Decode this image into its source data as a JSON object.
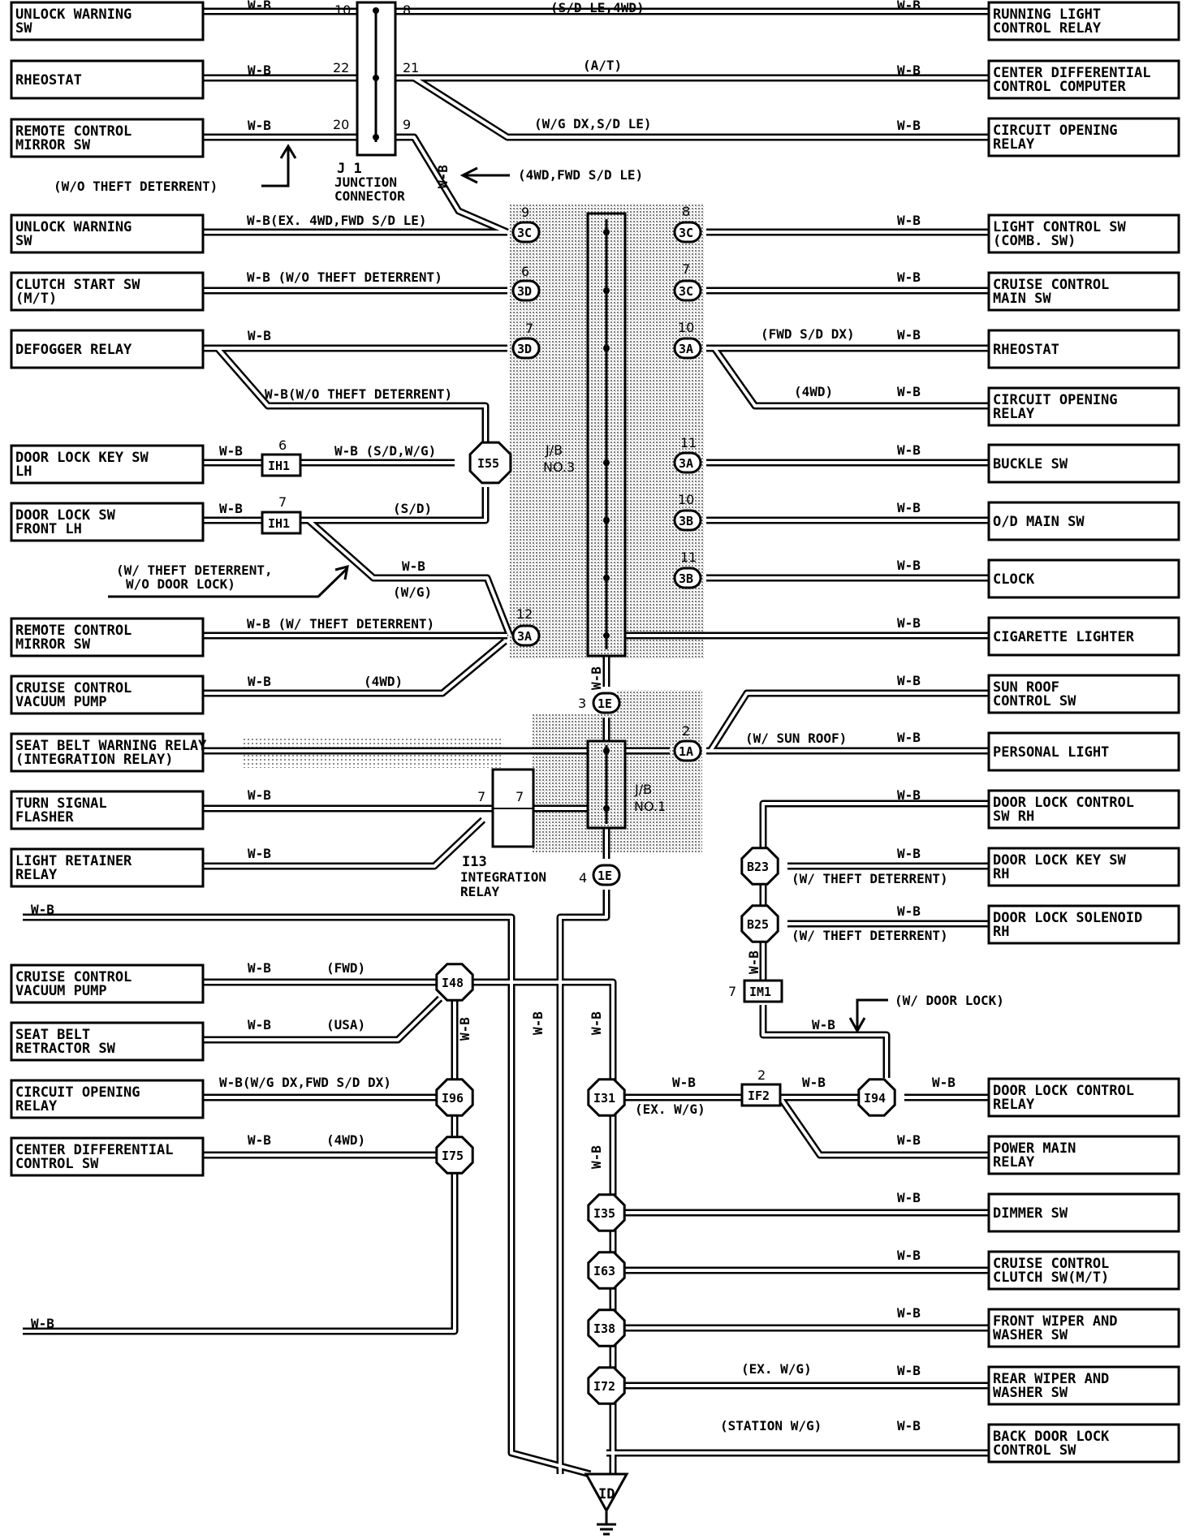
{
  "wire_color": "W-B",
  "components_left": {
    "unlock_warning_sw_1": [
      "UNLOCK WARNING",
      "SW"
    ],
    "rheostat_1": [
      "RHEOSTAT"
    ],
    "remote_control_mirror_sw_1": [
      "REMOTE CONTROL",
      "MIRROR SW"
    ],
    "unlock_warning_sw_2": [
      "UNLOCK WARNING",
      "SW"
    ],
    "clutch_start_sw": [
      "CLUTCH START SW",
      "(M/T)"
    ],
    "defogger_relay": [
      "DEFOGGER RELAY"
    ],
    "door_lock_key_sw_lh": [
      "DOOR LOCK KEY SW",
      "LH"
    ],
    "door_lock_sw_front_lh": [
      "DOOR LOCK SW",
      "FRONT LH"
    ],
    "remote_control_mirror_sw_2": [
      "REMOTE CONTROL",
      "MIRROR SW"
    ],
    "cruise_control_vacuum_pump_1": [
      "CRUISE CONTROL",
      "VACUUM PUMP"
    ],
    "seat_belt_warning_relay": [
      "SEAT BELT WARNING RELAY",
      "(INTEGRATION RELAY)"
    ],
    "turn_signal_flasher": [
      "TURN SIGNAL",
      "FLASHER"
    ],
    "light_retainer_relay": [
      "LIGHT RETAINER",
      "RELAY"
    ],
    "cruise_control_vacuum_pump_2": [
      "CRUISE CONTROL",
      "VACUUM PUMP"
    ],
    "seat_belt_retractor_sw": [
      "SEAT BELT",
      "RETRACTOR SW"
    ],
    "circuit_opening_relay_l": [
      "CIRCUIT OPENING",
      "RELAY"
    ],
    "center_differential_control_sw": [
      "CENTER DIFFERENTIAL",
      "CONTROL SW"
    ]
  },
  "components_right": {
    "running_light_control_relay": [
      "RUNNING LIGHT",
      "CONTROL RELAY"
    ],
    "center_differential_control_computer": [
      "CENTER DIFFERENTIAL",
      "CONTROL COMPUTER"
    ],
    "circuit_opening_relay_1": [
      "CIRCUIT OPENING",
      "RELAY"
    ],
    "light_control_sw": [
      "LIGHT CONTROL SW",
      "(COMB. SW)"
    ],
    "cruise_control_main_sw": [
      "CRUISE CONTROL",
      "MAIN SW"
    ],
    "rheostat_2": [
      "RHEOSTAT"
    ],
    "circuit_opening_relay_2": [
      "CIRCUIT OPENING",
      "RELAY"
    ],
    "buckle_sw": [
      "BUCKLE SW"
    ],
    "od_main_sw": [
      "O/D MAIN SW"
    ],
    "clock": [
      "CLOCK"
    ],
    "cigarette_lighter": [
      "CIGARETTE LIGHTER"
    ],
    "sun_roof_control_sw": [
      "SUN ROOF",
      "CONTROL SW"
    ],
    "personal_light": [
      "PERSONAL LIGHT"
    ],
    "door_lock_control_sw_rh": [
      "DOOR LOCK CONTROL",
      "SW RH"
    ],
    "door_lock_key_sw_rh": [
      "DOOR LOCK KEY SW",
      "RH"
    ],
    "door_lock_solenoid_rh": [
      "DOOR LOCK SOLENOID",
      "RH"
    ],
    "door_lock_control_relay": [
      "DOOR LOCK CONTROL",
      "RELAY"
    ],
    "power_main_relay": [
      "POWER MAIN",
      "RELAY"
    ],
    "dimmer_sw": [
      "DIMMER SW"
    ],
    "cruise_control_clutch_sw": [
      "CRUISE CONTROL",
      "CLUTCH SW(M/T)"
    ],
    "front_wiper_washer_sw": [
      "FRONT WIPER AND",
      "WASHER SW"
    ],
    "rear_wiper_washer_sw": [
      "REAR WIPER AND",
      "WASHER SW"
    ],
    "back_door_lock_control_sw": [
      "BACK DOOR LOCK",
      "CONTROL SW"
    ]
  },
  "conditions": {
    "sd_le_4wd": "(S/D LE,4WD)",
    "at": "(A/T)",
    "wg_dx_sd_le": "(W/G DX,S/D LE)",
    "wo_theft_1": "(W/O THEFT DETERRENT)",
    "four_wd_fwd_sd_le": "(4WD,FWD S/D LE)",
    "wb_ex_4wd": "W-B(EX. 4WD,FWD S/D LE)",
    "wb_wo_theft_clutch": "W-B (W/O THEFT DETERRENT)",
    "wb_wo_theft_defog": "W-B(W/O THEFT DETERRENT)",
    "fwd_sd_dx": "(FWD S/D DX)",
    "four_wd_1": "(4WD)",
    "wb_sd_wg": "W-B (S/D,W/G)",
    "sd": "(S/D)",
    "w_theft_wo_door_lock": [
      "(W/ THEFT DETERRENT,",
      "W/O DOOR LOCK)"
    ],
    "wg": "(W/G)",
    "wb_w_theft": "W-B (W/ THEFT DETERRENT)",
    "four_wd_2": "(4WD)",
    "w_sun_roof": "(W/ SUN ROOF)",
    "w_theft_1": "(W/ THEFT DETERRENT)",
    "w_theft_2": "(W/ THEFT DETERRENT)",
    "w_door_lock": "(W/ DOOR LOCK)",
    "fwd": "(FWD)",
    "usa": "(USA)",
    "wb_wg_dx": "W-B(W/G DX,FWD S/D DX)",
    "four_wd_3": "(4WD)",
    "ex_wg_1": "(EX. W/G)",
    "ex_wg_2": "(EX. W/G)",
    "station_wg": "(STATION W/G)"
  },
  "junction_connector": {
    "name": "J 1",
    "label": [
      "JUNCTION",
      "CONNECTOR"
    ],
    "pins": [
      "10",
      "22",
      "20",
      "8",
      "21",
      "9"
    ]
  },
  "jb3": {
    "label": [
      "J/B",
      "NO.3"
    ]
  },
  "jb1": {
    "label": [
      "J/B",
      "NO.1"
    ]
  },
  "integration_relay": {
    "name": "I13",
    "label": [
      "INTEGRATION",
      "RELAY"
    ],
    "pin": "7"
  },
  "pins": {
    "p9": "9",
    "p6": "6",
    "p7a": "7",
    "p12": "12",
    "p8": "8",
    "p7b": "7",
    "p10a": "10",
    "p11a": "11",
    "p10b": "10",
    "p11b": "11",
    "p3": "3",
    "p2": "2",
    "p4": "4",
    "p6b": "6",
    "p7c": "7",
    "p7d": "7",
    "p2b": "2"
  },
  "connectors": {
    "c3c_l": "3C",
    "c3d_l1": "3D",
    "c3d_l2": "3D",
    "c3a_l": "3A",
    "c3c_r1": "3C",
    "c3c_r2": "3C",
    "c3a_r1": "3A",
    "c3a_r2": "3A",
    "c3b_r1": "3B",
    "c3b_r2": "3B",
    "c1e_top": "1E",
    "c1a": "1A",
    "c1e_bot": "1E",
    "ih1_a": "IH1",
    "ih1_b": "IH1",
    "if2": "IF2",
    "im1": "IM1"
  },
  "splices": {
    "i55": "I55",
    "b23": "B23",
    "b25": "B25",
    "i48": "I48",
    "i96": "I96",
    "i75": "I75",
    "i31": "I31",
    "i94": "I94",
    "i35": "I35",
    "i63": "I63",
    "i38": "I38",
    "i72": "I72"
  },
  "ground": "ID"
}
